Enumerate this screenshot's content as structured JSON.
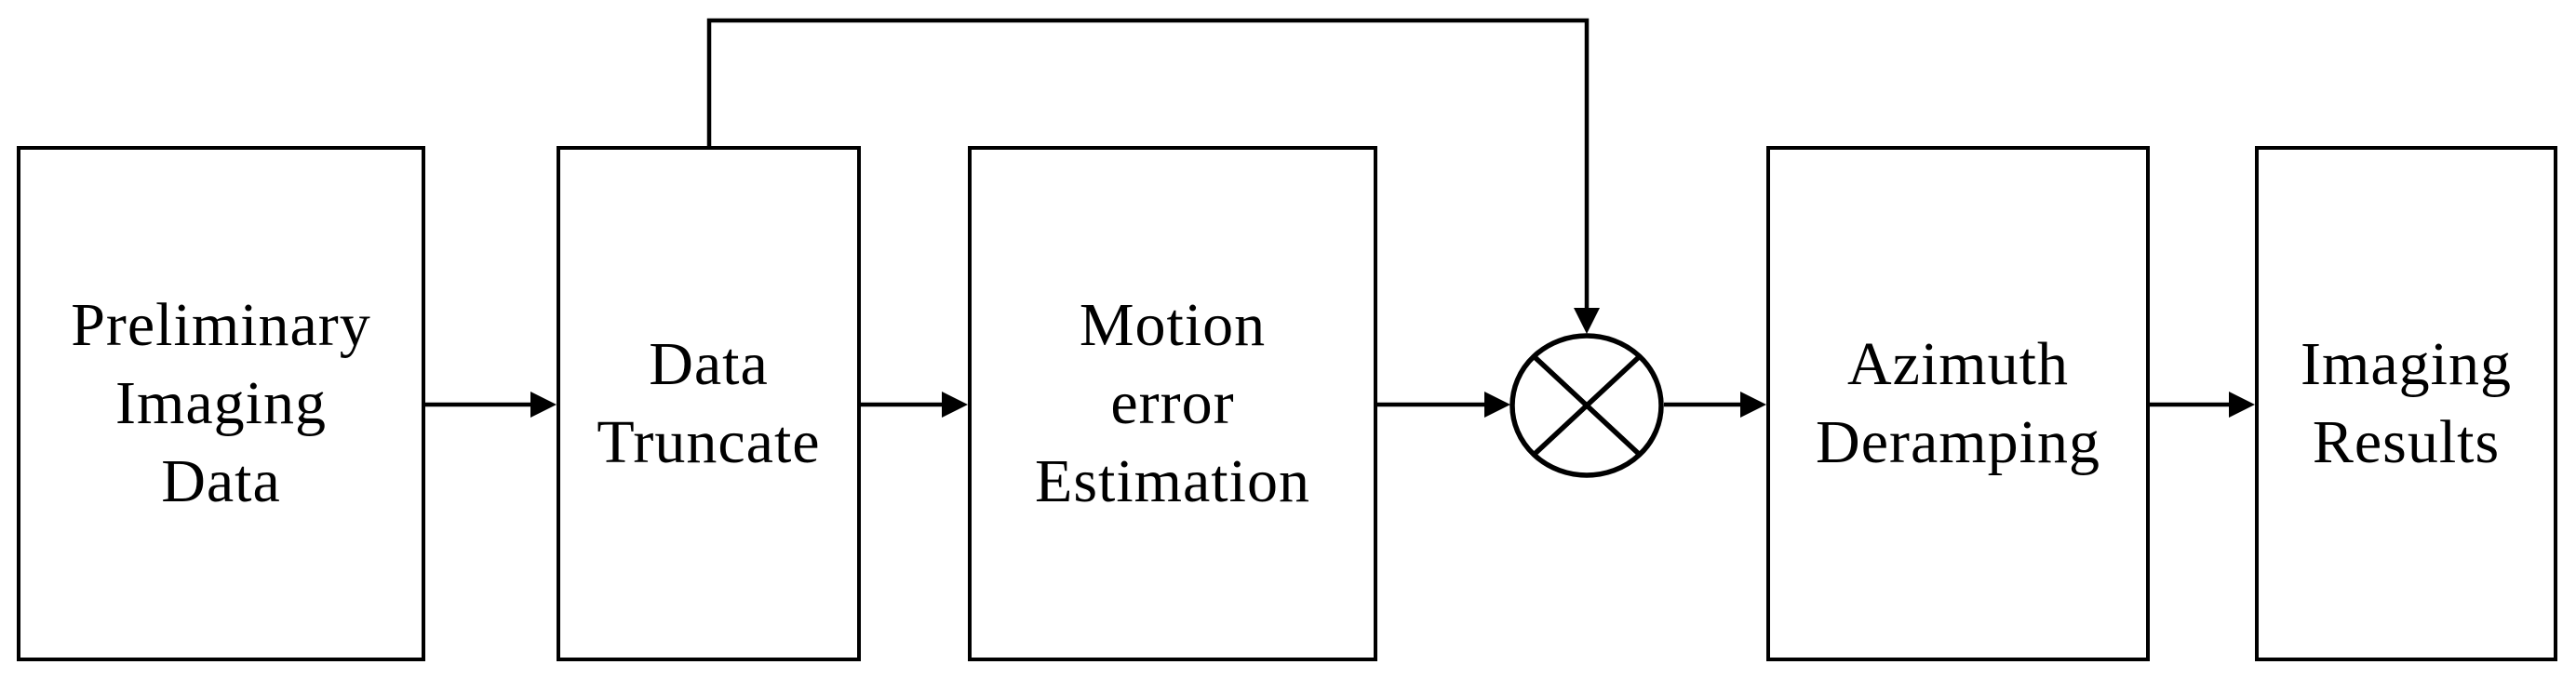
{
  "diagram": {
    "nodes": [
      {
        "id": "preliminary-imaging-data",
        "label": "Preliminary\nImaging\nData"
      },
      {
        "id": "data-truncate",
        "label": "Data\nTruncate"
      },
      {
        "id": "motion-error-estimation",
        "label": "Motion\nerror\nEstimation"
      },
      {
        "id": "azimuth-deramping",
        "label": "Azimuth\nDeramping"
      },
      {
        "id": "imaging-results",
        "label": "Imaging\nResults"
      }
    ],
    "operator": {
      "id": "multiplier",
      "icon": "multiply-circle-icon",
      "glyph": "⊗"
    },
    "edges": [
      {
        "from": "preliminary-imaging-data",
        "to": "data-truncate",
        "style": "arrow"
      },
      {
        "from": "data-truncate",
        "to": "motion-error-estimation",
        "style": "arrow"
      },
      {
        "from": "motion-error-estimation",
        "to": "multiplier",
        "style": "arrow"
      },
      {
        "from": "data-truncate",
        "to": "multiplier",
        "style": "feedback-over-top-arrow"
      },
      {
        "from": "multiplier",
        "to": "azimuth-deramping",
        "style": "arrow"
      },
      {
        "from": "azimuth-deramping",
        "to": "imaging-results",
        "style": "arrow"
      }
    ],
    "colors": {
      "line": "#000000",
      "text": "#000000",
      "background": "#ffffff"
    }
  }
}
